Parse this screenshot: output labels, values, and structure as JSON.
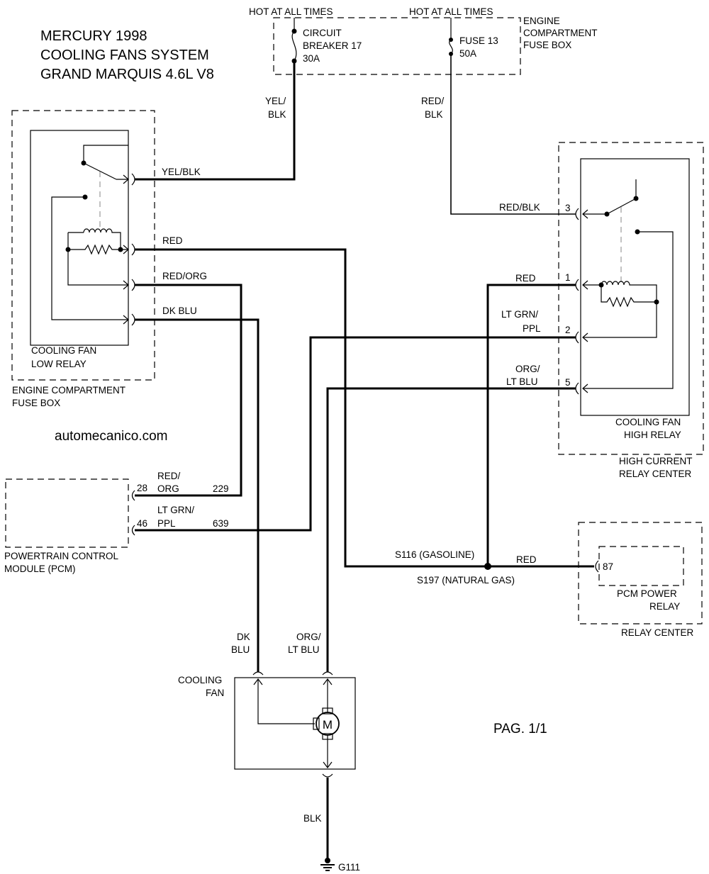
{
  "title": {
    "line1": "MERCURY 1998",
    "line2": "COOLING FANS SYSTEM",
    "line3": "GRAND MARQUIS 4.6L V8"
  },
  "website": "automecanico.com",
  "page_number": "PAG. 1/1",
  "fuse_box_top": {
    "hot1": "HOT AT ALL TIMES",
    "hot2": "HOT AT ALL TIMES",
    "breaker_l1": "CIRCUIT",
    "breaker_l2": "BREAKER 17",
    "breaker_l3": "30A",
    "fuse_l1": "FUSE 13",
    "fuse_l2": "50A",
    "name_l1": "ENGINE",
    "name_l2": "COMPARTMENT",
    "name_l3": "FUSE BOX"
  },
  "low_relay": {
    "name_l1": "COOLING FAN",
    "name_l2": "LOW RELAY",
    "box_l1": "ENGINE COMPARTMENT",
    "box_l2": "FUSE BOX"
  },
  "high_relay": {
    "name_l1": "COOLING FAN",
    "name_l2": "HIGH RELAY",
    "box_l1": "HIGH CURRENT",
    "box_l2": "RELAY CENTER",
    "pin3": "3",
    "pin1": "1",
    "pin2": "2",
    "pin5": "5"
  },
  "pcm": {
    "name_l1": "POWERTRAIN CONTROL",
    "name_l2": "MODULE (PCM)",
    "pin28": "28",
    "pin46": "46",
    "circ229": "229",
    "circ639": "639"
  },
  "relay_center": {
    "pcm_relay_l1": "PCM POWER",
    "pcm_relay_l2": "RELAY",
    "name": "RELAY CENTER",
    "pin87": "87"
  },
  "splice": {
    "s116": "S116 (GASOLINE)",
    "s197": "S197 (NATURAL GAS)"
  },
  "fan": {
    "name_l1": "COOLING",
    "name_l2": "FAN",
    "motor": "M"
  },
  "ground": "G111",
  "wires": {
    "yel_blk_v1": "YEL/",
    "yel_blk_v2": "BLK",
    "red_blk_v1": "RED/",
    "red_blk_v2": "BLK",
    "yel_blk": "YEL/BLK",
    "red_blk": "RED/BLK",
    "red_low": "RED",
    "red_org": "RED/ORG",
    "dk_blu": "DK BLU",
    "red_high": "RED",
    "lt_grn_ppl_1": "LT GRN/",
    "lt_grn_ppl_2": "PPL",
    "org_lt_blu_1": "ORG/",
    "org_lt_blu_2": "LT BLU",
    "pcm_red_org_1": "RED/",
    "pcm_red_org_2": "ORG",
    "pcm_lt_grn_1": "LT GRN/",
    "pcm_lt_grn_2": "PPL",
    "red_relay": "RED",
    "fan_dk_blu_1": "DK",
    "fan_dk_blu_2": "BLU",
    "fan_org_1": "ORG/",
    "fan_org_2": "LT BLU",
    "blk": "BLK"
  }
}
